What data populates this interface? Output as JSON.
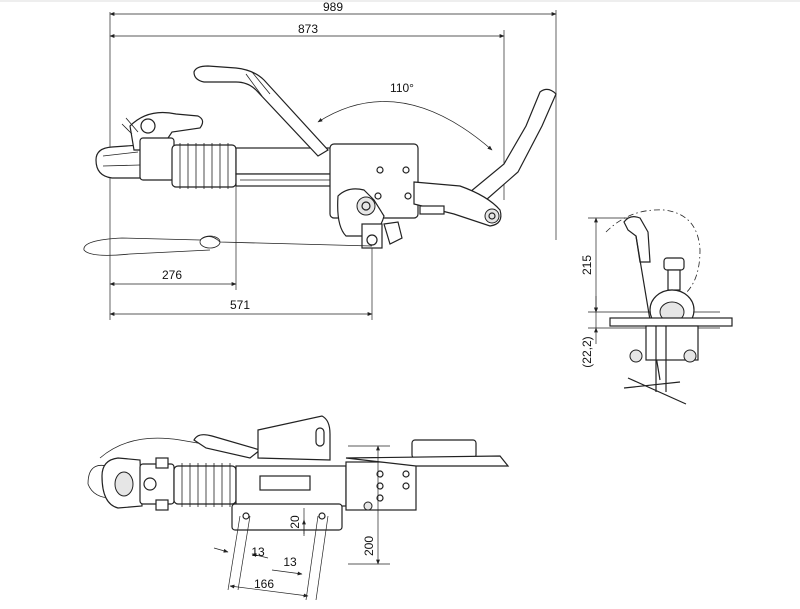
{
  "dimensions": {
    "overall_length": "989",
    "length_to_pivot": "873",
    "lever_angle": "110°",
    "bellows_offset": "276",
    "axle_offset": "571",
    "side_height": "215",
    "side_offset": "(22,2)",
    "hole_width_left": "13",
    "hole_width_right": "13",
    "hole_spacing": "166",
    "slot_width": "20",
    "flange_height": "200"
  }
}
